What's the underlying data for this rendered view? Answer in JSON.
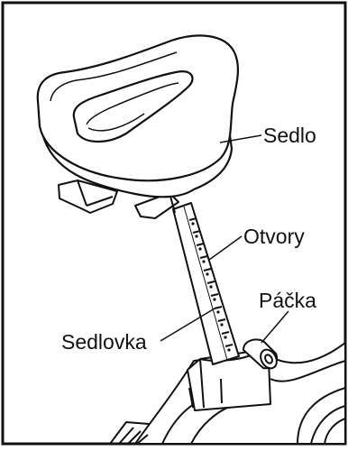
{
  "figure": {
    "labels": {
      "saddle": "Sedlo",
      "holes": "Otvory",
      "lever": "Páčka",
      "seat_post": "Sedlovka"
    },
    "colors": {
      "line": "#111111",
      "fill": "#ffffff"
    }
  }
}
